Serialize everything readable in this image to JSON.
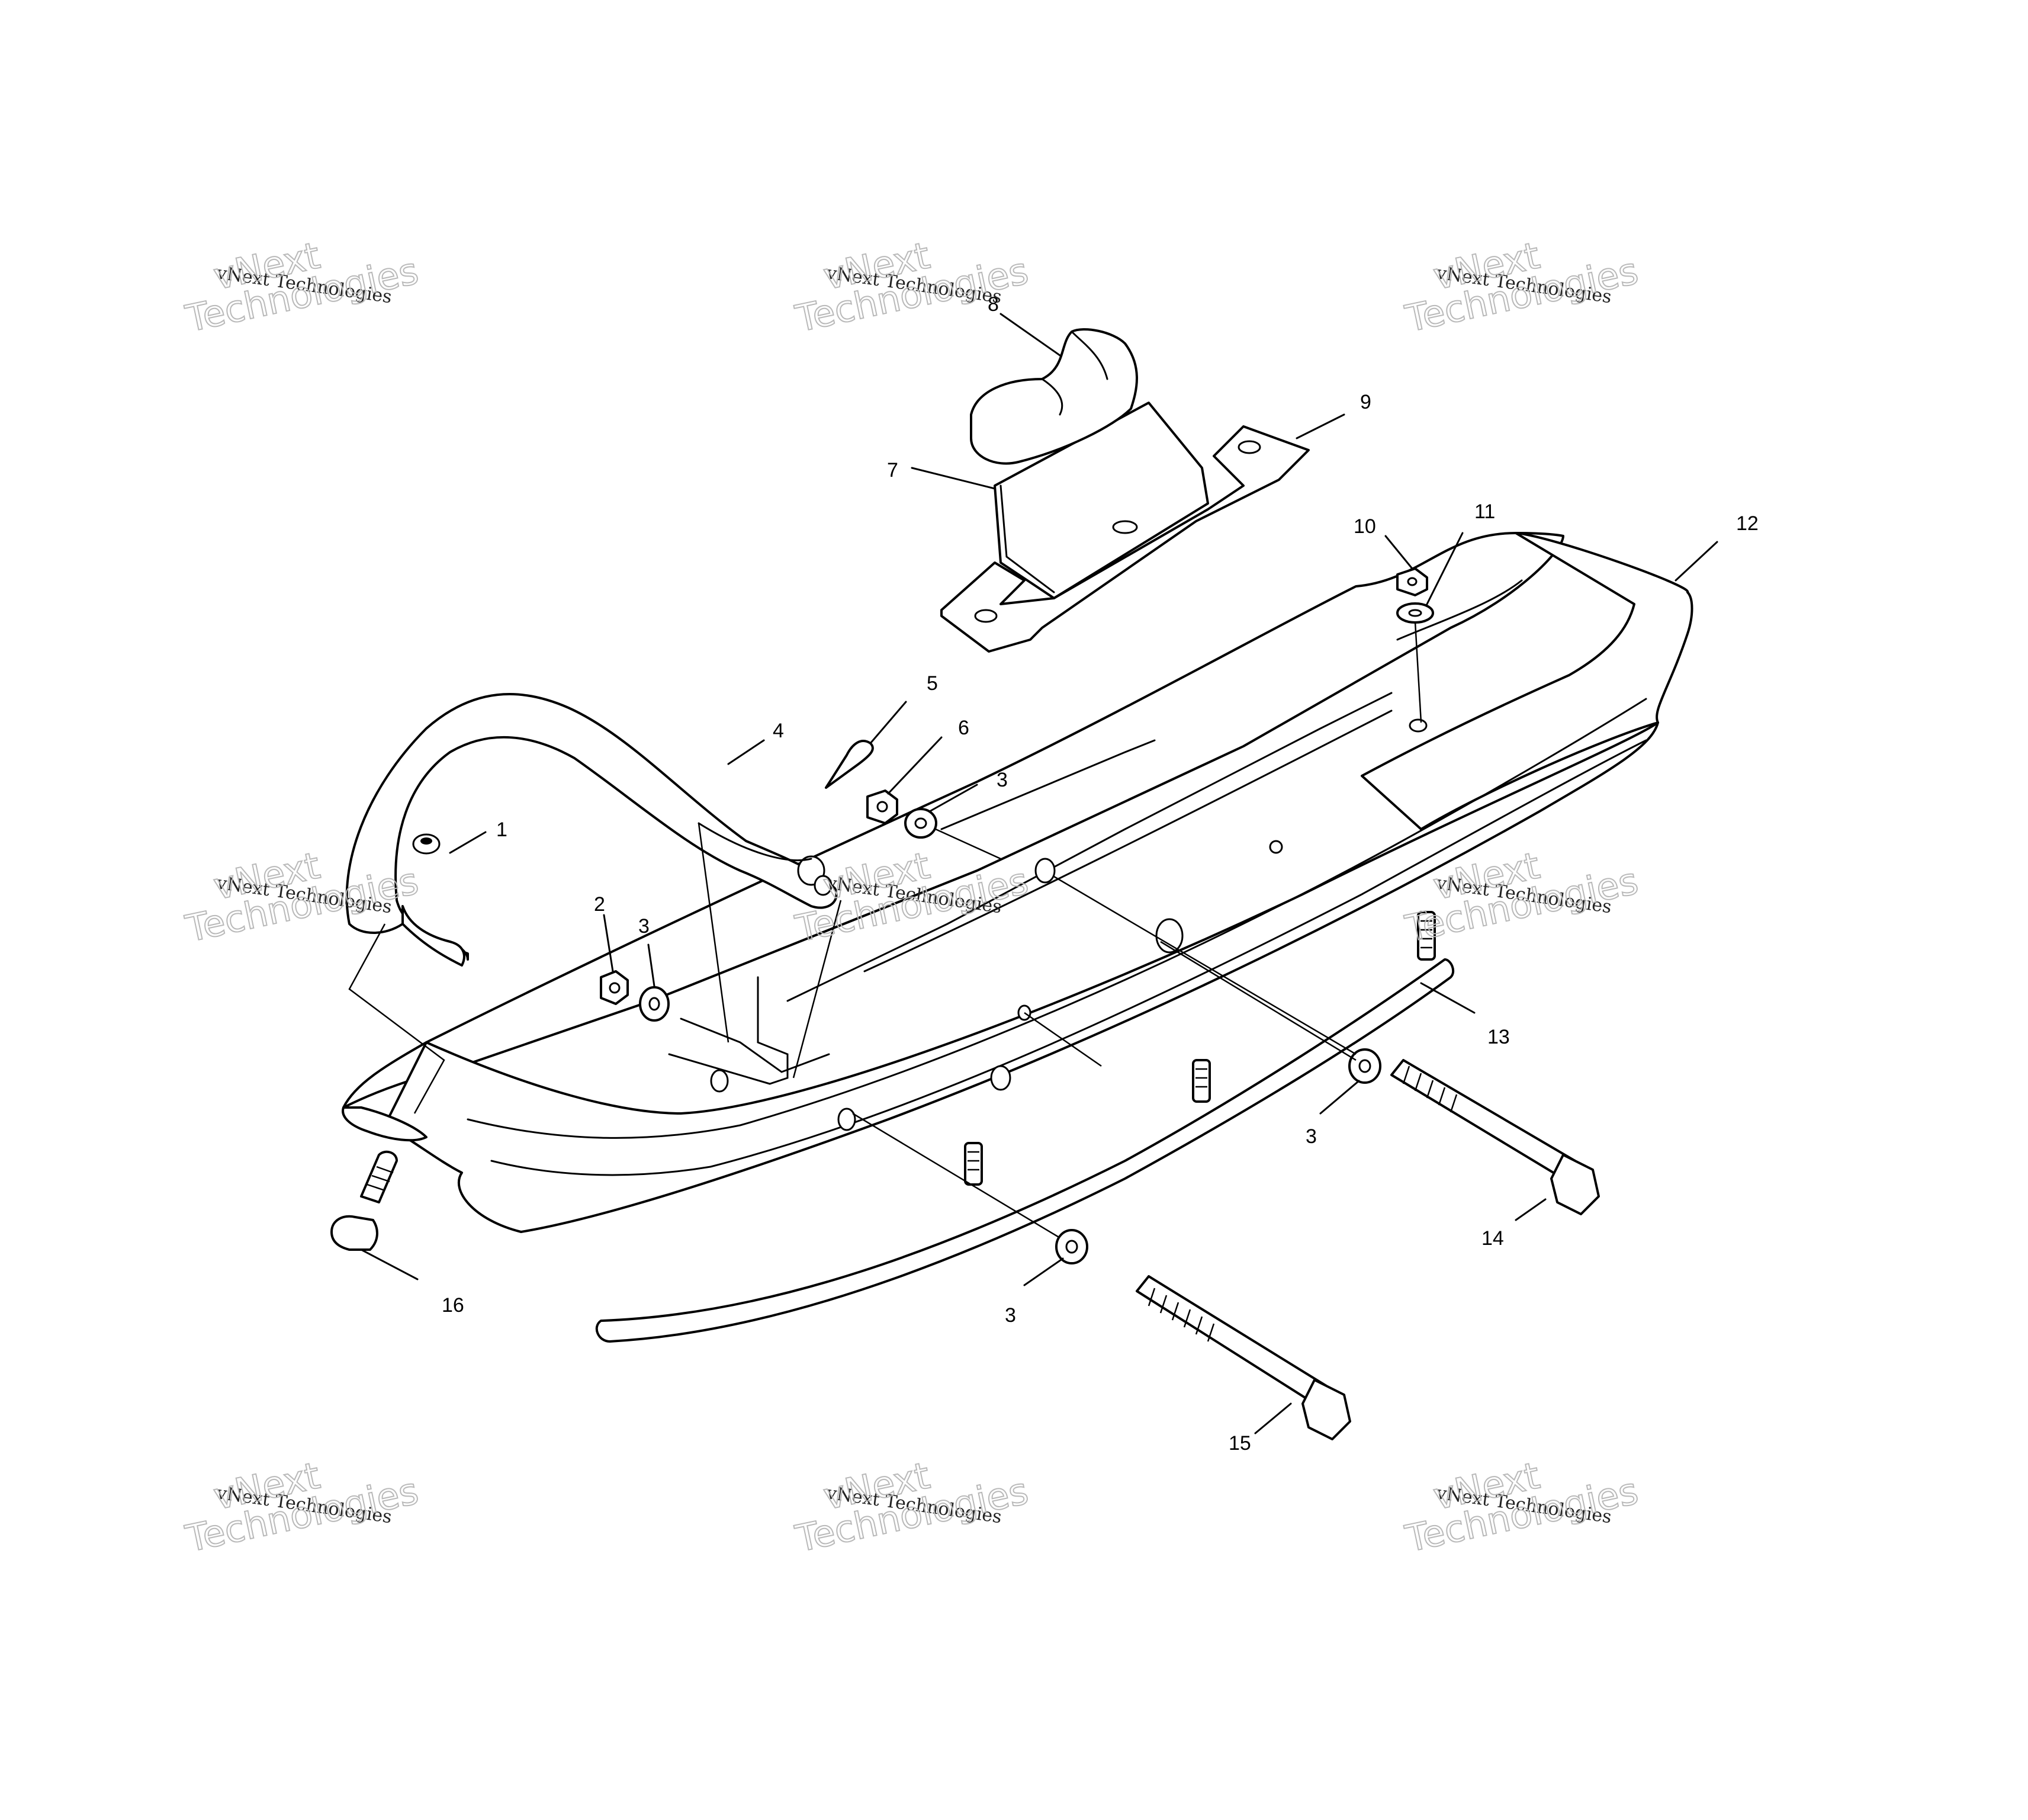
{
  "watermark": {
    "line1": "vNext Technologies",
    "line2a": "vNext",
    "line2b": "Technologies"
  },
  "callouts": {
    "c1": "1",
    "c2": "2",
    "c3a": "3",
    "c3b": "3",
    "c3c": "3",
    "c3d": "3",
    "c4": "4",
    "c5": "5",
    "c6": "6",
    "c7": "7",
    "c8": "8",
    "c9": "9",
    "c10": "10",
    "c11": "11",
    "c12": "12",
    "c13": "13",
    "c14": "14",
    "c15": "15",
    "c16": "16"
  }
}
